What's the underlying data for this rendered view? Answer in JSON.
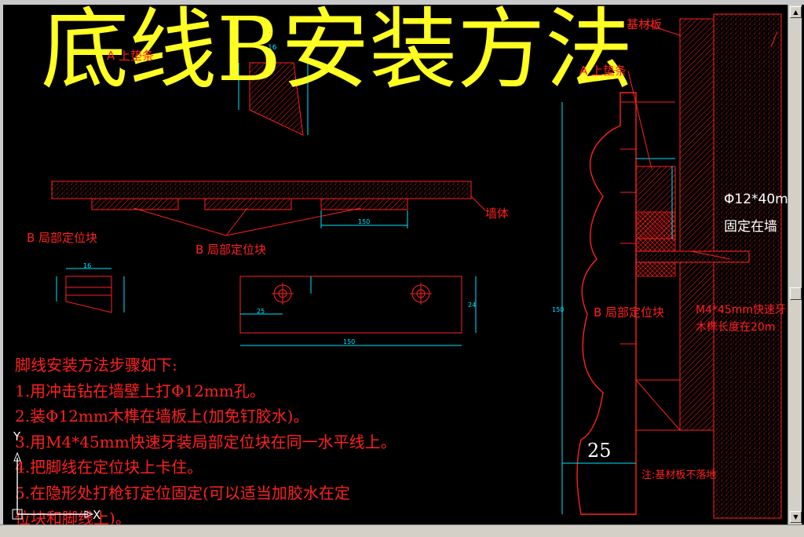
{
  "drawing": {
    "title": "底线B安装方法",
    "labels": {
      "top_strip": "A 上垫条",
      "top_strip_right": "A 上垫条",
      "base_board": "基材板",
      "wall": "墙体",
      "locator_left": "B 局部定位块",
      "locator_center": "B 局部定位块",
      "locator_right": "B 局部定位块",
      "dowel_line1": "Φ12*40m",
      "dowel_line2": "固定在墙",
      "screw_line1": "M4*45mm快速牙",
      "screw_line2": "木榫长度在20m",
      "note": "注:基材板不落地",
      "dim_25": "25"
    },
    "dimensions": {
      "d15": "16",
      "d150": "150",
      "d25": "25",
      "d24": "24",
      "d150_bottom": "150",
      "d150_vertical": "150",
      "d16": "16"
    },
    "steps": [
      "脚线安装方法步骤如下:",
      "1.用冲击钻在墙壁上打Φ12mm孔。",
      "2.装Φ12mm木榫在墙板上(加免钉胶水)。",
      "3.用M4*45mm快速牙装局部定位块在同一水平线上。",
      "4.把脚线在定位块上卡住。",
      "5.在隐形处打枪钉定位固定(可以适当加胶水在定",
      "位块和脚线上)。"
    ],
    "ucs": {
      "y_label": "Y",
      "x_label": "X"
    }
  },
  "colors": {
    "title": "#ffff22",
    "annotation": "#ff2020",
    "dimension": "#00e5ff",
    "background": "#000000"
  },
  "window": {
    "scroll_up": "▲",
    "scroll_down": "▼"
  }
}
